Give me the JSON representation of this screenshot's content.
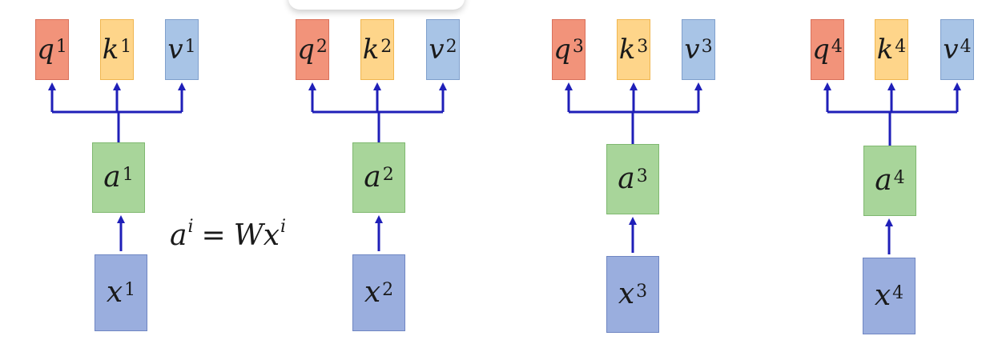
{
  "colors": {
    "q_fill": "#f2937a",
    "q_border": "#d9705a",
    "k_fill": "#fed58a",
    "k_border": "#f0b650",
    "v_fill": "#a8c4e6",
    "v_border": "#7f9fcc",
    "a_fill": "#a8d59a",
    "a_border": "#7fb870",
    "x_fill": "#9aaede",
    "x_border": "#6f86c2",
    "arrow": "#1f1fb8"
  },
  "columns": [
    {
      "q": {
        "sym": "q",
        "sup": "1"
      },
      "k": {
        "sym": "k",
        "sup": "1"
      },
      "v": {
        "sym": "v",
        "sup": "1"
      },
      "a": {
        "sym": "a",
        "sup": "1"
      },
      "x": {
        "sym": "x",
        "sup": "1"
      }
    },
    {
      "q": {
        "sym": "q",
        "sup": "2"
      },
      "k": {
        "sym": "k",
        "sup": "2"
      },
      "v": {
        "sym": "v",
        "sup": "2"
      },
      "a": {
        "sym": "a",
        "sup": "2"
      },
      "x": {
        "sym": "x",
        "sup": "2"
      }
    },
    {
      "q": {
        "sym": "q",
        "sup": "3"
      },
      "k": {
        "sym": "k",
        "sup": "3"
      },
      "v": {
        "sym": "v",
        "sup": "3"
      },
      "a": {
        "sym": "a",
        "sup": "3"
      },
      "x": {
        "sym": "x",
        "sup": "3"
      }
    },
    {
      "q": {
        "sym": "q",
        "sup": "4"
      },
      "k": {
        "sym": "k",
        "sup": "4"
      },
      "v": {
        "sym": "v",
        "sup": "4"
      },
      "a": {
        "sym": "a",
        "sup": "4"
      },
      "x": {
        "sym": "x",
        "sup": "4"
      }
    }
  ],
  "formula": {
    "lhs": "a",
    "lhs_sup": "i",
    "eq": "=",
    "rhs_w": "W",
    "rhs_x": "x",
    "rhs_sup": "i"
  }
}
